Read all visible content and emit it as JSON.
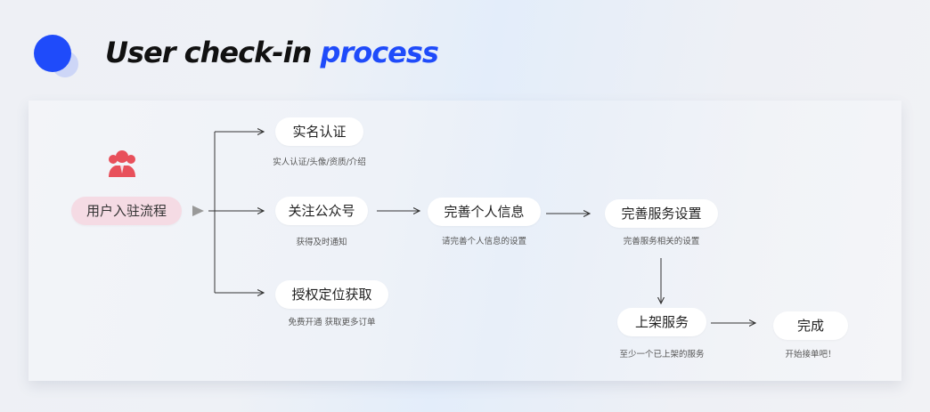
{
  "header": {
    "title_prefix": "User check-in ",
    "title_accent": "process"
  },
  "colors": {
    "accent": "#1f4bfa",
    "start_bg": "#f5dbe4",
    "user_icon": "#e8505b",
    "connector": "#333333",
    "play_icon": "#999999"
  },
  "flow": {
    "start": {
      "label": "用户入驻流程",
      "icon": "user-group-icon"
    },
    "steps": [
      {
        "id": "realname",
        "label": "实名认证",
        "desc": "实人认证/头像/资质/介绍"
      },
      {
        "id": "follow",
        "label": "关注公众号",
        "desc": "获得及时通知"
      },
      {
        "id": "location",
        "label": "授权定位获取",
        "desc": "免费开通 获取更多订单"
      },
      {
        "id": "profile",
        "label": "完善个人信息",
        "desc": "请完善个人信息的设置"
      },
      {
        "id": "service",
        "label": "完善服务设置",
        "desc": "完善服务相关的设置"
      },
      {
        "id": "listing",
        "label": "上架服务",
        "desc": "至少一个已上架的服务"
      },
      {
        "id": "done",
        "label": "完成",
        "desc": "开始接单吧！"
      }
    ]
  }
}
